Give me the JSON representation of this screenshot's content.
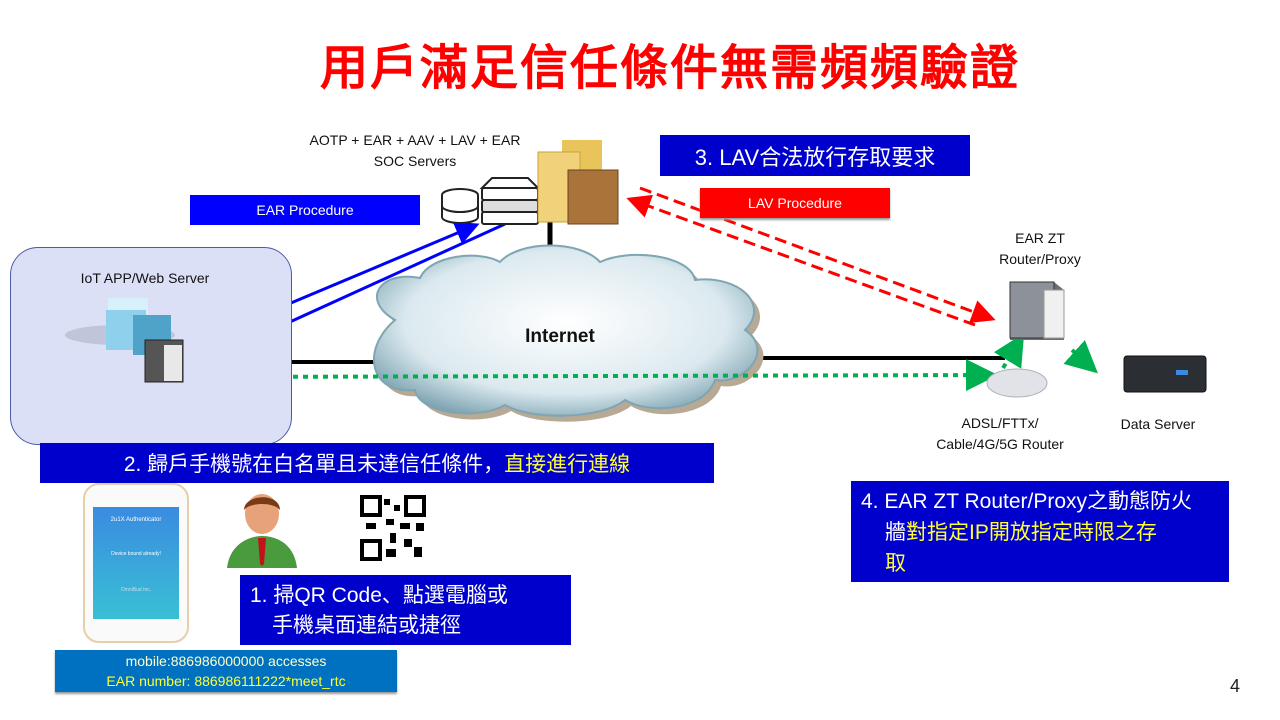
{
  "title": "用戶滿足信任條件無需頻頻驗證",
  "soc_servers": {
    "line1": "AOTP + EAR + AAV +  LAV + EAR",
    "line2": "SOC Servers"
  },
  "iot_server": {
    "label": "IoT APP/Web Server"
  },
  "internet": {
    "label": "Internet"
  },
  "ear_router": {
    "line1": "EAR ZT",
    "line2": "Router/Proxy"
  },
  "home_router": {
    "line1": "ADSL/FTTx/",
    "line2": "Cable/4G/5G Router"
  },
  "data_server": {
    "label": "Data Server"
  },
  "procedures": {
    "ear": "EAR Procedure",
    "lav": "LAV Procedure"
  },
  "steps": {
    "step1": {
      "line1": "1. 掃QR Code、點選電腦或",
      "line2": "手機桌面連結或捷徑"
    },
    "step2": {
      "white": "2. 歸戶手機號在白名單且未達信任條件，",
      "yellow": "直接進行連線"
    },
    "step3": {
      "text": "3. LAV合法放行存取要求"
    },
    "step4": {
      "white": "4. EAR ZT Router/Proxy之動態防火",
      "white2": "牆",
      "yellow": "對指定IP開放指定時限之存",
      "yellow2": "取"
    }
  },
  "phone": {
    "app_title": "2u1X Authenticator",
    "status": "Device bound already!",
    "brand": "OmniBud Inc."
  },
  "mobile_info": {
    "line1": "mobile:886986000000 accesses",
    "line2": "EAR number: 886986111222*meet_rtc"
  },
  "colors": {
    "title": "#ff0000",
    "step_box": "#0000cc",
    "highlight": "#ffff33",
    "ear_line": "#0000ff",
    "lav_line": "#ff0000",
    "data_line": "#00b050"
  },
  "page_number": "4"
}
